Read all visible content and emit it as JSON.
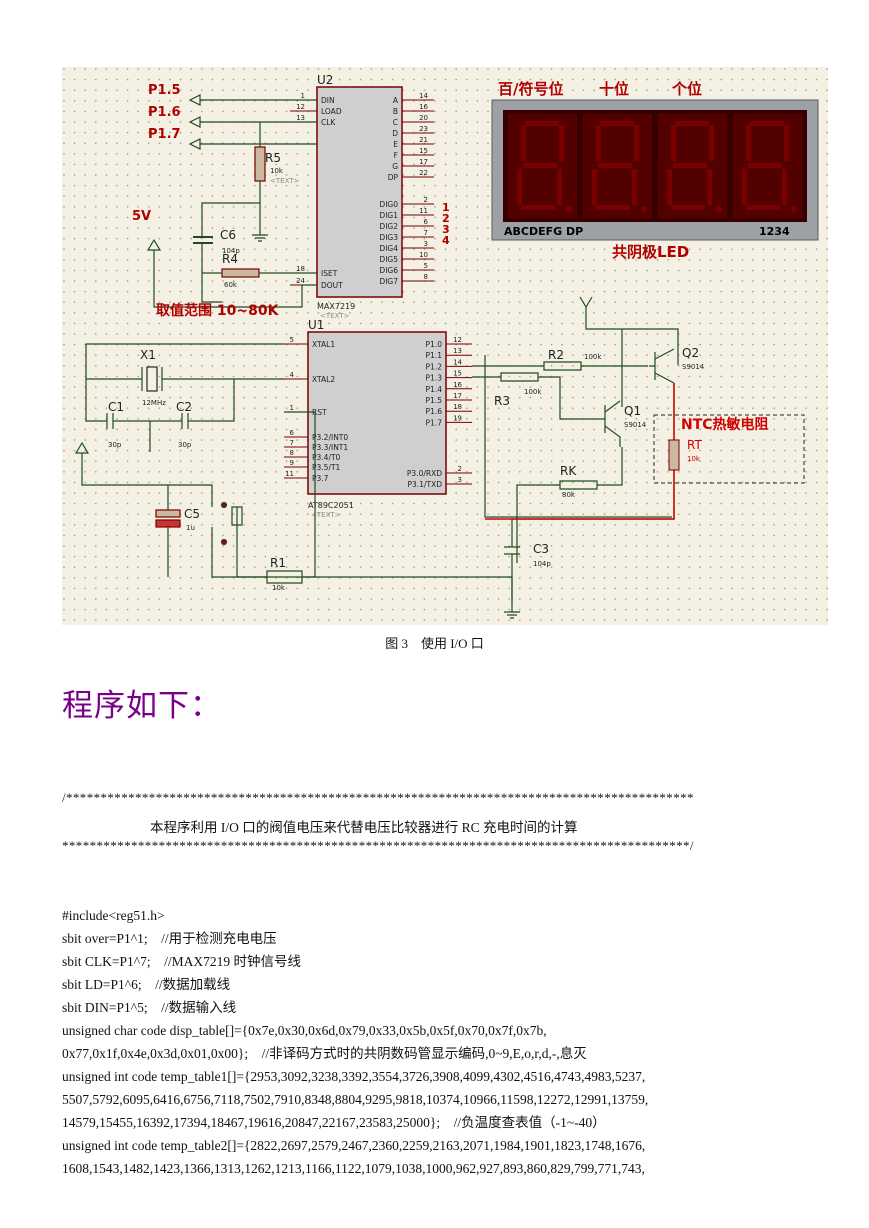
{
  "figure": {
    "caption": "图 3　使用 I/O 口",
    "u2": {
      "ref": "U2",
      "part": "MAX7219",
      "text": "<TEXT>",
      "left_pins": [
        {
          "num": "1",
          "name": "DIN"
        },
        {
          "num": "12",
          "name": "LOAD"
        },
        {
          "num": "13",
          "name": "CLK"
        },
        {
          "num": "18",
          "name": "ISET"
        },
        {
          "num": "24",
          "name": "DOUT"
        }
      ],
      "right_pins": [
        {
          "num": "14",
          "name": "A"
        },
        {
          "num": "16",
          "name": "B"
        },
        {
          "num": "20",
          "name": "C"
        },
        {
          "num": "23",
          "name": "D"
        },
        {
          "num": "21",
          "name": "E"
        },
        {
          "num": "15",
          "name": "F"
        },
        {
          "num": "17",
          "name": "G"
        },
        {
          "num": "22",
          "name": "DP"
        },
        {
          "num": "2",
          "name": "DIG0"
        },
        {
          "num": "11",
          "name": "DIG1"
        },
        {
          "num": "6",
          "name": "DIG2"
        },
        {
          "num": "7",
          "name": "DIG3"
        },
        {
          "num": "3",
          "name": "DIG4"
        },
        {
          "num": "10",
          "name": "DIG5"
        },
        {
          "num": "5",
          "name": "DIG6"
        },
        {
          "num": "8",
          "name": "DIG7"
        }
      ],
      "digit_marks": [
        "1",
        "2",
        "3",
        "4"
      ]
    },
    "u1": {
      "ref": "U1",
      "part": "AT89C2051",
      "text": "<TEXT>",
      "left_pins": [
        {
          "num": "5",
          "name": "XTAL1"
        },
        {
          "num": "4",
          "name": "XTAL2"
        },
        {
          "num": "1",
          "name": "RST"
        },
        {
          "num": "6",
          "name": "P3.2/INT0"
        },
        {
          "num": "7",
          "name": "P3.3/INT1"
        },
        {
          "num": "8",
          "name": "P3.4/T0"
        },
        {
          "num": "9",
          "name": "P3.5/T1"
        },
        {
          "num": "11",
          "name": "P3.7"
        }
      ],
      "right_pins": [
        {
          "num": "12",
          "name": "P1.0"
        },
        {
          "num": "13",
          "name": "P1.1"
        },
        {
          "num": "14",
          "name": "P1.2"
        },
        {
          "num": "15",
          "name": "P1.3"
        },
        {
          "num": "16",
          "name": "P1.4"
        },
        {
          "num": "17",
          "name": "P1.5"
        },
        {
          "num": "18",
          "name": "P1.6"
        },
        {
          "num": "19",
          "name": "P1.7"
        },
        {
          "num": "2",
          "name": "P3.0/RXD"
        },
        {
          "num": "3",
          "name": "P3.1/TXD"
        }
      ]
    },
    "ports": [
      "P1.5",
      "P1.6",
      "P1.7"
    ],
    "vcc_label": "5V",
    "range_label": "取值范围 10~80K",
    "display": {
      "header_hundreds": "百/符号位",
      "header_tens": "十位",
      "header_units": "个位",
      "seg_labels": "ABCDEFG DP",
      "digit_labels": "1234",
      "type_label": "共阴极LED"
    },
    "ntc_label": "NTC热敏电阻",
    "components": {
      "r5": {
        "ref": "R5",
        "value": "10k"
      },
      "c6": {
        "ref": "C6",
        "value": "104p"
      },
      "r4": {
        "ref": "R4",
        "value": "60k"
      },
      "x1": {
        "ref": "X1",
        "value": "12MHz"
      },
      "c1": {
        "ref": "C1",
        "value": "30p"
      },
      "c2": {
        "ref": "C2",
        "value": "30p"
      },
      "c5": {
        "ref": "C5",
        "value": "1u"
      },
      "r1": {
        "ref": "R1",
        "value": "10k"
      },
      "r2": {
        "ref": "R2",
        "value": "100k"
      },
      "r3": {
        "ref": "R3",
        "value": "100k"
      },
      "q1": {
        "ref": "Q1",
        "value": "S9014"
      },
      "q2": {
        "ref": "Q2",
        "value": "S9014"
      },
      "rk": {
        "ref": "RK",
        "value": "80k"
      },
      "rt": {
        "ref": "RT",
        "value": "10k"
      },
      "c3": {
        "ref": "C3",
        "value": "104p"
      },
      "tag": "<TEXT>"
    }
  },
  "heading": "程序如下：",
  "banner": {
    "top": "/*******************************************************************************************",
    "comment": "本程序利用 I/O 口的阀值电压来代替电压比较器进行 RC 充电时间的计算",
    "bottom": "*******************************************************************************************/"
  },
  "code_lines": [
    "#include<reg51.h>",
    "sbit over=P1^1;    //用于检测充电电压",
    "sbit CLK=P1^7;    //MAX7219 时钟信号线",
    "sbit LD=P1^6;    //数据加载线",
    "sbit DIN=P1^5;    //数据输入线",
    "unsigned char code disp_table[]={0x7e,0x30,0x6d,0x79,0x33,0x5b,0x5f,0x70,0x7f,0x7b,",
    "0x77,0x1f,0x4e,0x3d,0x01,0x00};    //非译码方式时的共阴数码管显示编码,0~9,E,o,r,d,-,息灭",
    "unsigned int code temp_table1[]={2953,3092,3238,3392,3554,3726,3908,4099,4302,4516,4743,4983,5237,",
    "5507,5792,6095,6416,6756,7118,7502,7910,8348,8804,9295,9818,10374,10966,11598,12272,12991,13759,",
    "14579,15455,16392,17394,18467,19616,20847,22167,23583,25000};    //负温度查表值（-1~-40）",
    "unsigned int code temp_table2[]={2822,2697,2579,2467,2360,2259,2163,2071,1984,1901,1823,1748,1676,",
    "1608,1543,1482,1423,1366,1313,1262,1213,1166,1122,1079,1038,1000,962,927,893,860,829,799,771,743,"
  ]
}
